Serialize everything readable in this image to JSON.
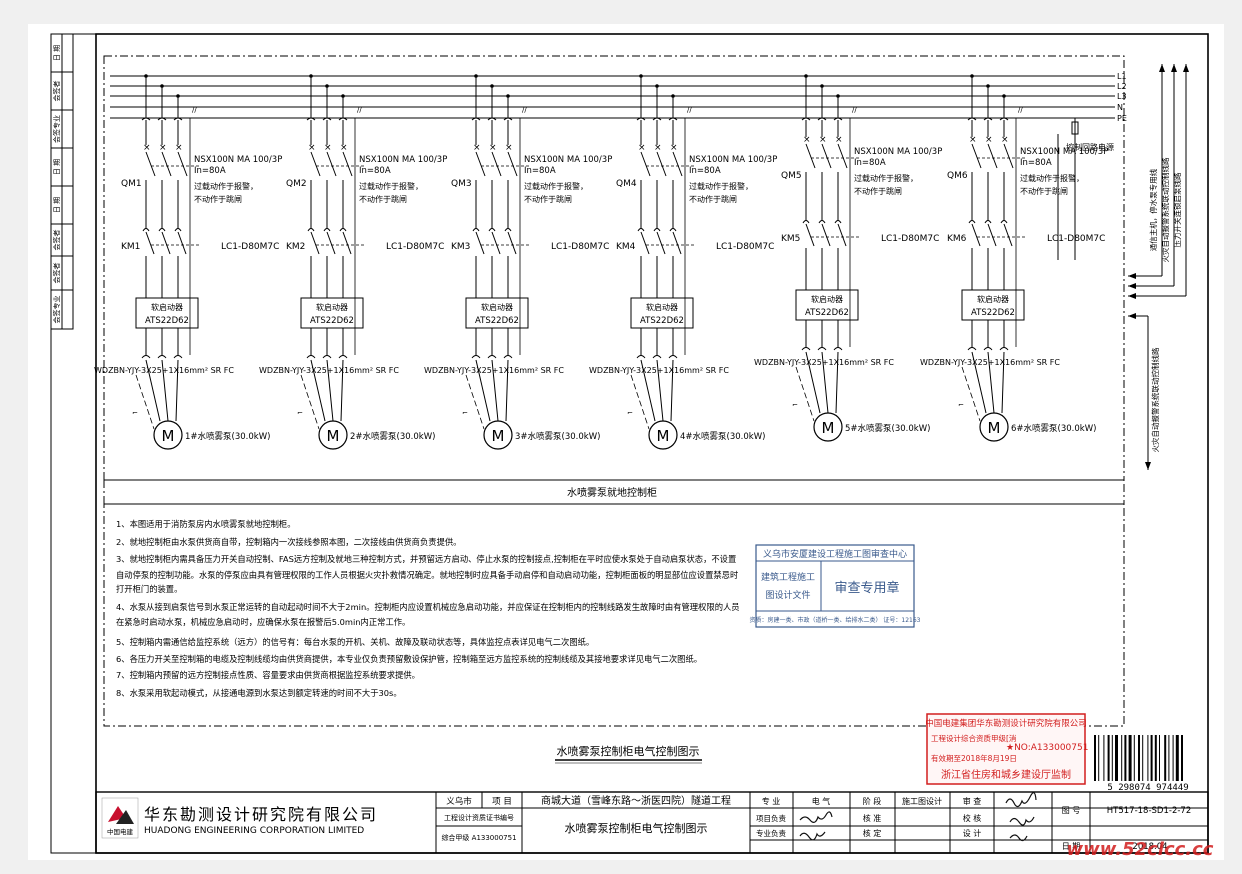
{
  "side_stamp": {
    "rows": [
      "日 期",
      "会签者",
      "会签专业",
      "日 期",
      "日 期",
      "会签者",
      "会签者",
      "会签专业"
    ]
  },
  "bus_labels": [
    "L1",
    "L2",
    "L3",
    "N",
    "PE"
  ],
  "units": [
    {
      "qm": "QM1",
      "km": "KM1",
      "breaker": "NSX100N MA 100/3P",
      "in": "In=80A",
      "note1": "过载动作于报警，",
      "note2": "不动作于跳闸",
      "contactor": "LC1-D80M7C",
      "soft_title": "软启动器",
      "soft_model": "ATS22D62",
      "cable": "WDZBN-YJY-3X25+1X16mm² SR FC",
      "motor": "M",
      "pump": "1#水喷雾泵(30.0kW)"
    },
    {
      "qm": "QM2",
      "km": "KM2",
      "breaker": "NSX100N MA 100/3P",
      "in": "In=80A",
      "note1": "过载动作于报警，",
      "note2": "不动作于跳闸",
      "contactor": "LC1-D80M7C",
      "soft_title": "软启动器",
      "soft_model": "ATS22D62",
      "cable": "WDZBN-YJY-3X25+1X16mm² SR FC",
      "motor": "M",
      "pump": "2#水喷雾泵(30.0kW)"
    },
    {
      "qm": "QM3",
      "km": "KM3",
      "breaker": "NSX100N MA 100/3P",
      "in": "In=80A",
      "note1": "过载动作于报警，",
      "note2": "不动作于跳闸",
      "contactor": "LC1-D80M7C",
      "soft_title": "软启动器",
      "soft_model": "ATS22D62",
      "cable": "WDZBN-YJY-3X25+1X16mm² SR FC",
      "motor": "M",
      "pump": "3#水喷雾泵(30.0kW)"
    },
    {
      "qm": "QM4",
      "km": "KM4",
      "breaker": "NSX100N MA 100/3P",
      "in": "In=80A",
      "note1": "过载动作于报警，",
      "note2": "不动作于跳闸",
      "contactor": "LC1-D80M7C",
      "soft_title": "软启动器",
      "soft_model": "ATS22D62",
      "cable": "WDZBN-YJY-3X25+1X16mm² SR FC",
      "motor": "M",
      "pump": "4#水喷雾泵(30.0kW)"
    },
    {
      "qm": "QM5",
      "km": "KM5",
      "breaker": "NSX100N MA 100/3P",
      "in": "In=80A",
      "note1": "过载动作于报警，",
      "note2": "不动作于跳闸",
      "contactor": "LC1-D80M7C",
      "soft_title": "软启动器",
      "soft_model": "ATS22D62",
      "cable": "WDZBN-YJY-3X25+1X16mm² SR FC",
      "motor": "M",
      "pump": "5#水喷雾泵(30.0kW)"
    },
    {
      "qm": "QM6",
      "km": "KM6",
      "breaker": "NSX100N MA 100/3P",
      "in": "In=80A",
      "note1": "过载动作于报警，",
      "note2": "不动作于跳闸",
      "contactor": "LC1-D80M7C",
      "soft_title": "软启动器",
      "soft_model": "ATS22D62",
      "cable": "WDZBN-YJY-3X25+1X16mm² SR FC",
      "motor": "M",
      "pump": "6#水喷雾泵(30.0kW)"
    }
  ],
  "control_power": "控制回路电源",
  "vertical_labels": [
    "通信主机，停水泵专用线",
    "火灾自动报警系统联动控制线路",
    "压力开关连锁启泵线路",
    "火灾自动报警系统联动控制线路"
  ],
  "panel_caption": "水喷雾泵就地控制柜",
  "notes": [
    "1、本图适用于消防泵房内水喷雾泵就地控制柜。",
    "2、就地控制柜由水泵供货商自带，控制箱内一次接线参照本图，二次接线由供货商负责提供。",
    "3、就地控制柜内需具备压力开关自动控制、FAS远方控制及就地三种控制方式，并预留远方启动、停止水泵的控制接点,控制柜在平时应使水泵处于自动启泵状态，不设置",
    "自动停泵的控制功能。水泵的停泵应由具有管理权限的工作人员根据火灾扑救情况确定。就地控制时应具备手动启停和自动启动功能，控制柜面板的明显部位应设置禁忌时",
    "打开柜门的装置。",
    "4、水泵从接到启泵信号到水泵正常运转的自动起动时间不大于2min。控制柜内应设置机械应急启动功能，并应保证在控制柜内的控制线路发生故障时由有管理权限的人员",
    "在紧急时启动水泵，机械应急启动时，应确保水泵在报警后5.0min内正常工作。",
    "5、控制箱内需通信给监控系统（远方）的信号有：每台水泵的开机、关机、故障及联动状态等，具体监控点表详见电气二次图纸。",
    "6、各压力开关至控制箱的电缆及控制线缆均由供货商提供，本专业仅负责预留敷设保护管，控制箱至远方监控系统的控制线缆及其接地要求详见电气二次图纸。",
    "7、控制箱内预留的远方控制接点性质、容量要求由供货商根据监控系统要求提供。",
    "8、水泵采用软起动模式，从接通电源到水泵达到额定转速的时间不大于30s。"
  ],
  "review_stamp": {
    "header": "义乌市安厦建设工程施工图审查中心",
    "left1": "建筑工程施工",
    "left2": "图设计文件",
    "right": "审查专用章",
    "footer": "资质：房建一类、市政（道桥一类、给排水二类）  证号：12163"
  },
  "drawing_title": "水喷雾泵控制柜电气控制图示",
  "red_stamp": {
    "line1": "中国电建集团华东勘测设计研究院有限公司",
    "line2": "工程设计综合资质甲级[消",
    "line3": "★NO:A133000751",
    "line4": "有效期至2018年8月19日",
    "line5": "浙江省住房和城乡建设厅监制"
  },
  "barcode_number": "5 298074 974449",
  "title_block": {
    "company_cn": "华东勘测设计研究院有限公司",
    "company_en": "HUADONG ENGINEERING CORPORATION LIMITED",
    "logo_text": "中国电建",
    "city": "义乌市",
    "project_label": "项 目",
    "project_name": "商城大道（雪峰东路～浙医四院）隧道工程",
    "cert_label": "工程设计资质证书编号",
    "cert_no": "综合甲级 A133000751",
    "sheet_title": "水喷雾泵控制柜电气控制图示",
    "specialty_label": "专 业",
    "specialty": "电 气",
    "stage_label": "阶 段",
    "stage": "施工图设计",
    "approve_label": "审 查",
    "pm_label": "项目负责",
    "check_label": "核 准",
    "verify_label": "校 核",
    "spec_lead_label": "专业负责",
    "review_label": "核 定",
    "design_label": "设 计",
    "dwg_no_label": "图 号",
    "dwg_no": "HT517-18-SD1-2-72",
    "date_label": "日 期",
    "date": "2018.04"
  },
  "watermark": "www.52clcc.cc"
}
